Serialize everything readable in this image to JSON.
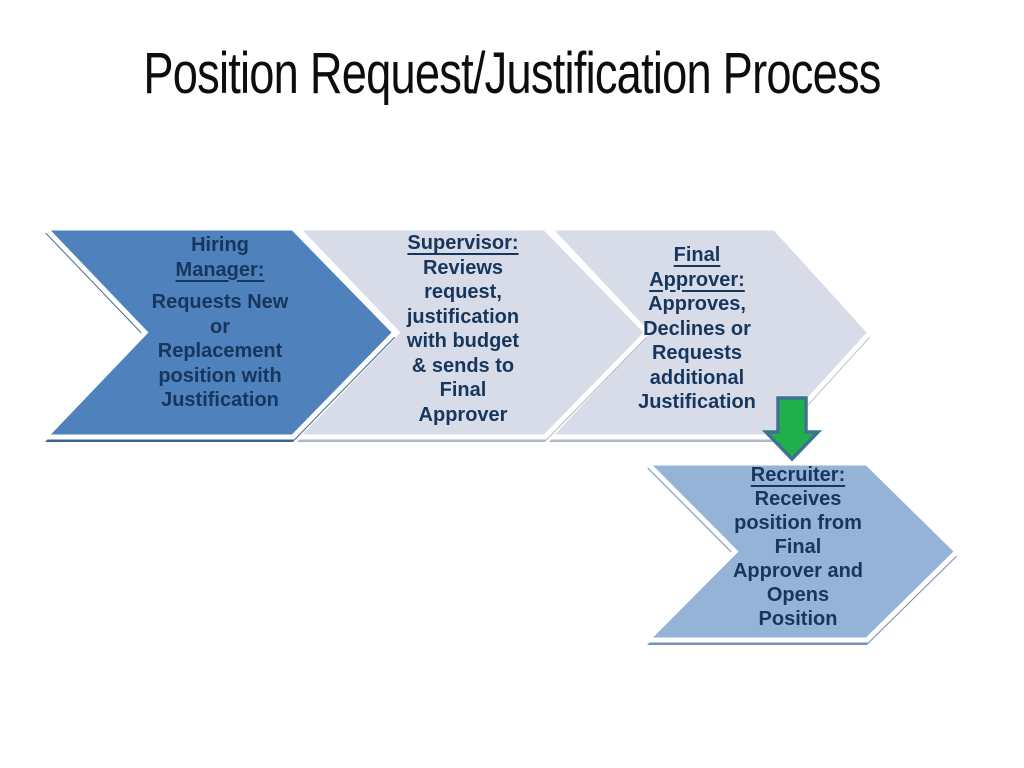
{
  "slide": {
    "title": "Position Request/Justification Process",
    "background_color": "#ffffff",
    "title_color": "#0d0d0d",
    "text_color": "#17365d",
    "shape_outline_color": "#ffffff"
  },
  "steps": [
    {
      "name": "hiring-manager",
      "heading": [
        "Hiring",
        "Manager:"
      ],
      "underlined_heading_parts": [
        "Manager:"
      ],
      "body_lines": [
        "Requests New",
        "or",
        "Replacement",
        "position with",
        "Justification"
      ],
      "body_text": "Requests New or Replacement position with Justification",
      "fill": "#4f81bd",
      "bevel": "#3a658f"
    },
    {
      "name": "supervisor",
      "heading": [
        "Supervisor:"
      ],
      "underlined_heading_parts": [
        "Supervisor:"
      ],
      "body_lines": [
        "Reviews",
        "request,",
        "justification",
        "with budget",
        "& sends to",
        "Final",
        "Approver"
      ],
      "body_text": "Reviews request, justification with budget & sends to Final Approver",
      "fill": "#d8dce8",
      "bevel": "#b0b7cc"
    },
    {
      "name": "final-approver",
      "heading": [
        "Final",
        "Approver:"
      ],
      "underlined_heading_parts": [
        "Final",
        "Approver:"
      ],
      "body_lines": [
        "Approves,",
        "Declines or",
        "Requests",
        "additional",
        "Justification"
      ],
      "body_text": "Approves, Declines or Requests additional Justification",
      "fill": "#d8dce8",
      "bevel": "#b0b7cc"
    },
    {
      "name": "recruiter",
      "heading": [
        "Recruiter:"
      ],
      "underlined_heading_parts": [
        "Recruiter:"
      ],
      "body_lines": [
        "Receives",
        "position from",
        "Final",
        "Approver and",
        "Opens",
        "Position"
      ],
      "body_text": "Receives position from Final Approver and Opens Position",
      "fill": "#95b3d7",
      "bevel": "#7391b8"
    }
  ],
  "connector": {
    "name": "down-arrow",
    "fill": "#1fb04c",
    "stroke": "#3d7390"
  }
}
